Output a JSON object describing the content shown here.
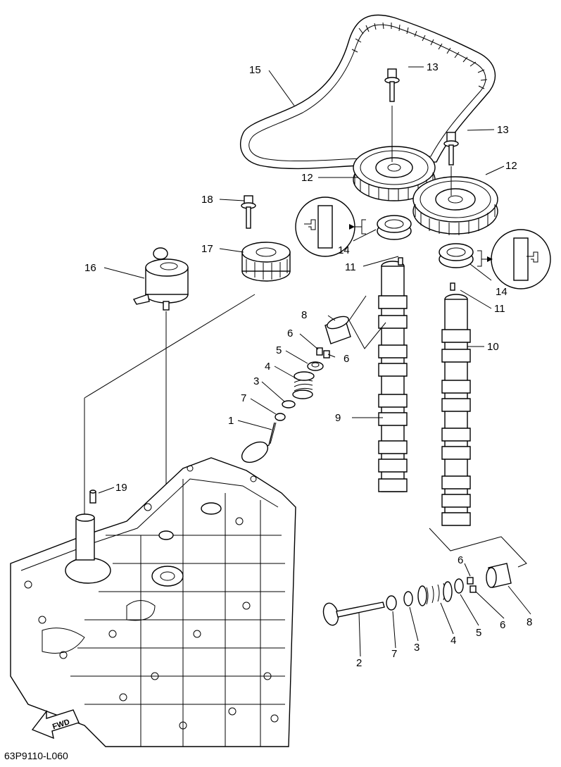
{
  "diagram": {
    "code": "63P9110-L060",
    "direction_label": "FWD",
    "callouts": {
      "c1": "1",
      "c2": "2",
      "c3a": "3",
      "c3b": "3",
      "c4a": "4",
      "c4b": "4",
      "c5a": "5",
      "c5b": "5",
      "c6a": "6",
      "c6b": "6",
      "c6c": "6",
      "c6d": "6",
      "c7a": "7",
      "c7b": "7",
      "c8a": "8",
      "c8b": "8",
      "c9": "9",
      "c10": "10",
      "c11a": "11",
      "c11b": "11",
      "c12a": "12",
      "c12b": "12",
      "c13a": "13",
      "c13b": "13",
      "c14a": "14",
      "c14b": "14",
      "c15": "15",
      "c16": "16",
      "c17": "17",
      "c18": "18",
      "c19": "19"
    },
    "icons": [
      "oil-seal-detail-icon",
      "fwd-arrow-icon"
    ]
  }
}
